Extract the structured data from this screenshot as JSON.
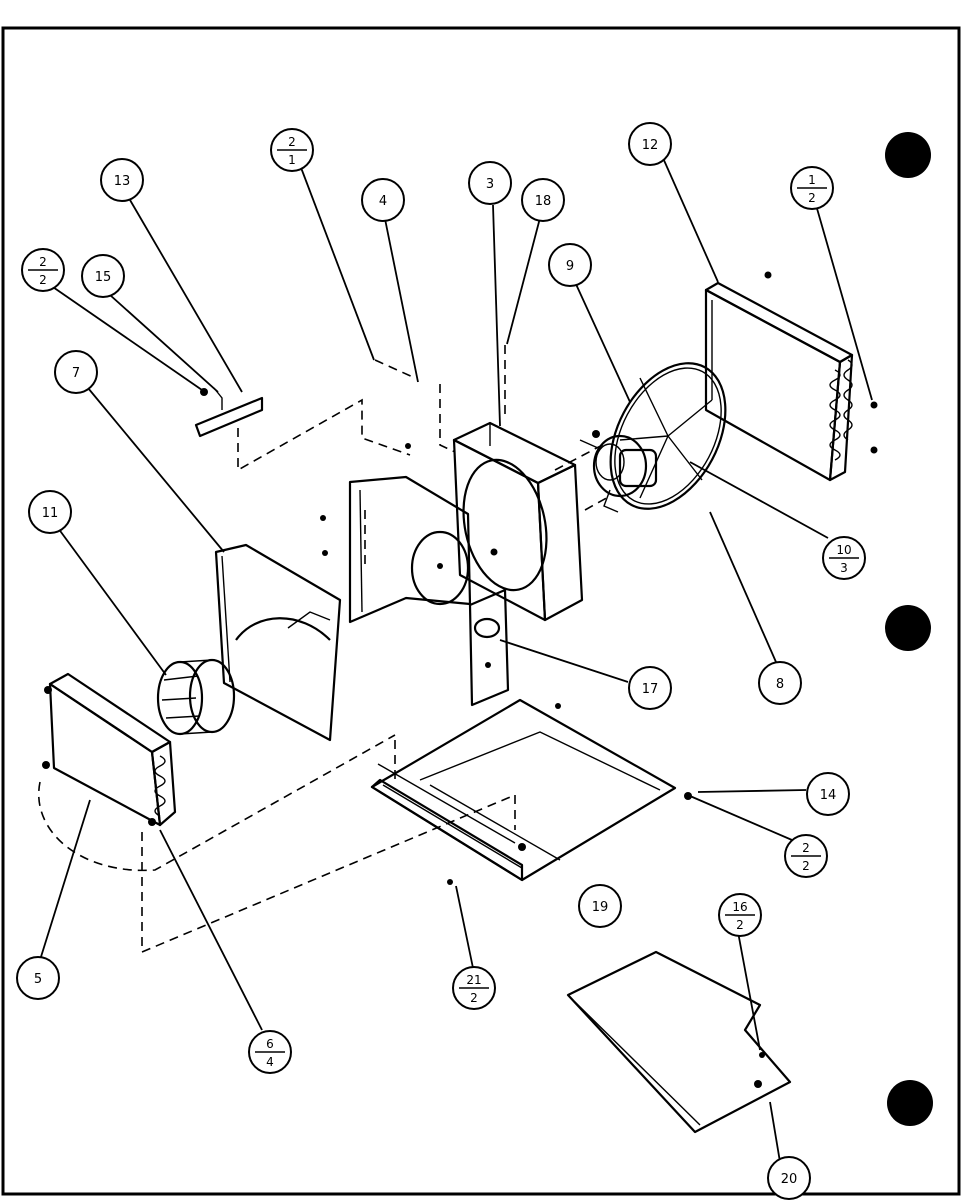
{
  "callouts": [
    {
      "id": "c12",
      "label": "12"
    },
    {
      "id": "c1_2",
      "num": "1",
      "den": "2"
    },
    {
      "id": "c13",
      "label": "13"
    },
    {
      "id": "c2_1",
      "num": "2",
      "den": "1"
    },
    {
      "id": "c4",
      "label": "4"
    },
    {
      "id": "c3",
      "label": "3"
    },
    {
      "id": "c18",
      "label": "18"
    },
    {
      "id": "c9",
      "label": "9"
    },
    {
      "id": "c2_2a",
      "num": "2",
      "den": "2"
    },
    {
      "id": "c15",
      "label": "15"
    },
    {
      "id": "c7",
      "label": "7"
    },
    {
      "id": "c11",
      "label": "11"
    },
    {
      "id": "c10_3",
      "num": "10",
      "den": "3"
    },
    {
      "id": "c8",
      "label": "8"
    },
    {
      "id": "c17",
      "label": "17"
    },
    {
      "id": "c14",
      "label": "14"
    },
    {
      "id": "c2_2b",
      "num": "2",
      "den": "2"
    },
    {
      "id": "c19",
      "label": "19"
    },
    {
      "id": "c16_2",
      "num": "16",
      "den": "2"
    },
    {
      "id": "c5",
      "label": "5"
    },
    {
      "id": "c21_2",
      "num": "21",
      "den": "2"
    },
    {
      "id": "c6_4",
      "num": "6",
      "den": "4"
    },
    {
      "id": "c20",
      "label": "20"
    }
  ],
  "colors": {
    "ink": "#000000",
    "paper": "#ffffff"
  }
}
